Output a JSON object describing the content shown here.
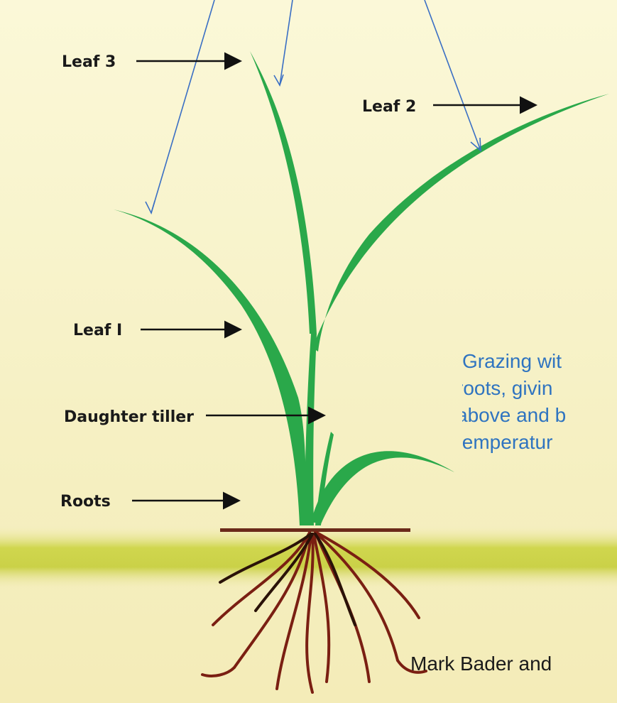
{
  "labels": {
    "leaf3": "Leaf 3",
    "leaf2": "Leaf 2",
    "leaf1": "Leaf I",
    "daughter_tiller": "Daughter tiller",
    "roots": "Roots"
  },
  "caption": {
    "lines": [
      "Grazing wit",
      "roots, givin",
      "above and b",
      "temperatur"
    ]
  },
  "credit": "Mark Bader and",
  "colors": {
    "background": "#f7f3c8",
    "leaf": "#2aa84a",
    "root": "#7a1f12",
    "soil_line": "#6b2a1a",
    "pointer": "#3a6fc4",
    "caption": "#2f74c0"
  }
}
